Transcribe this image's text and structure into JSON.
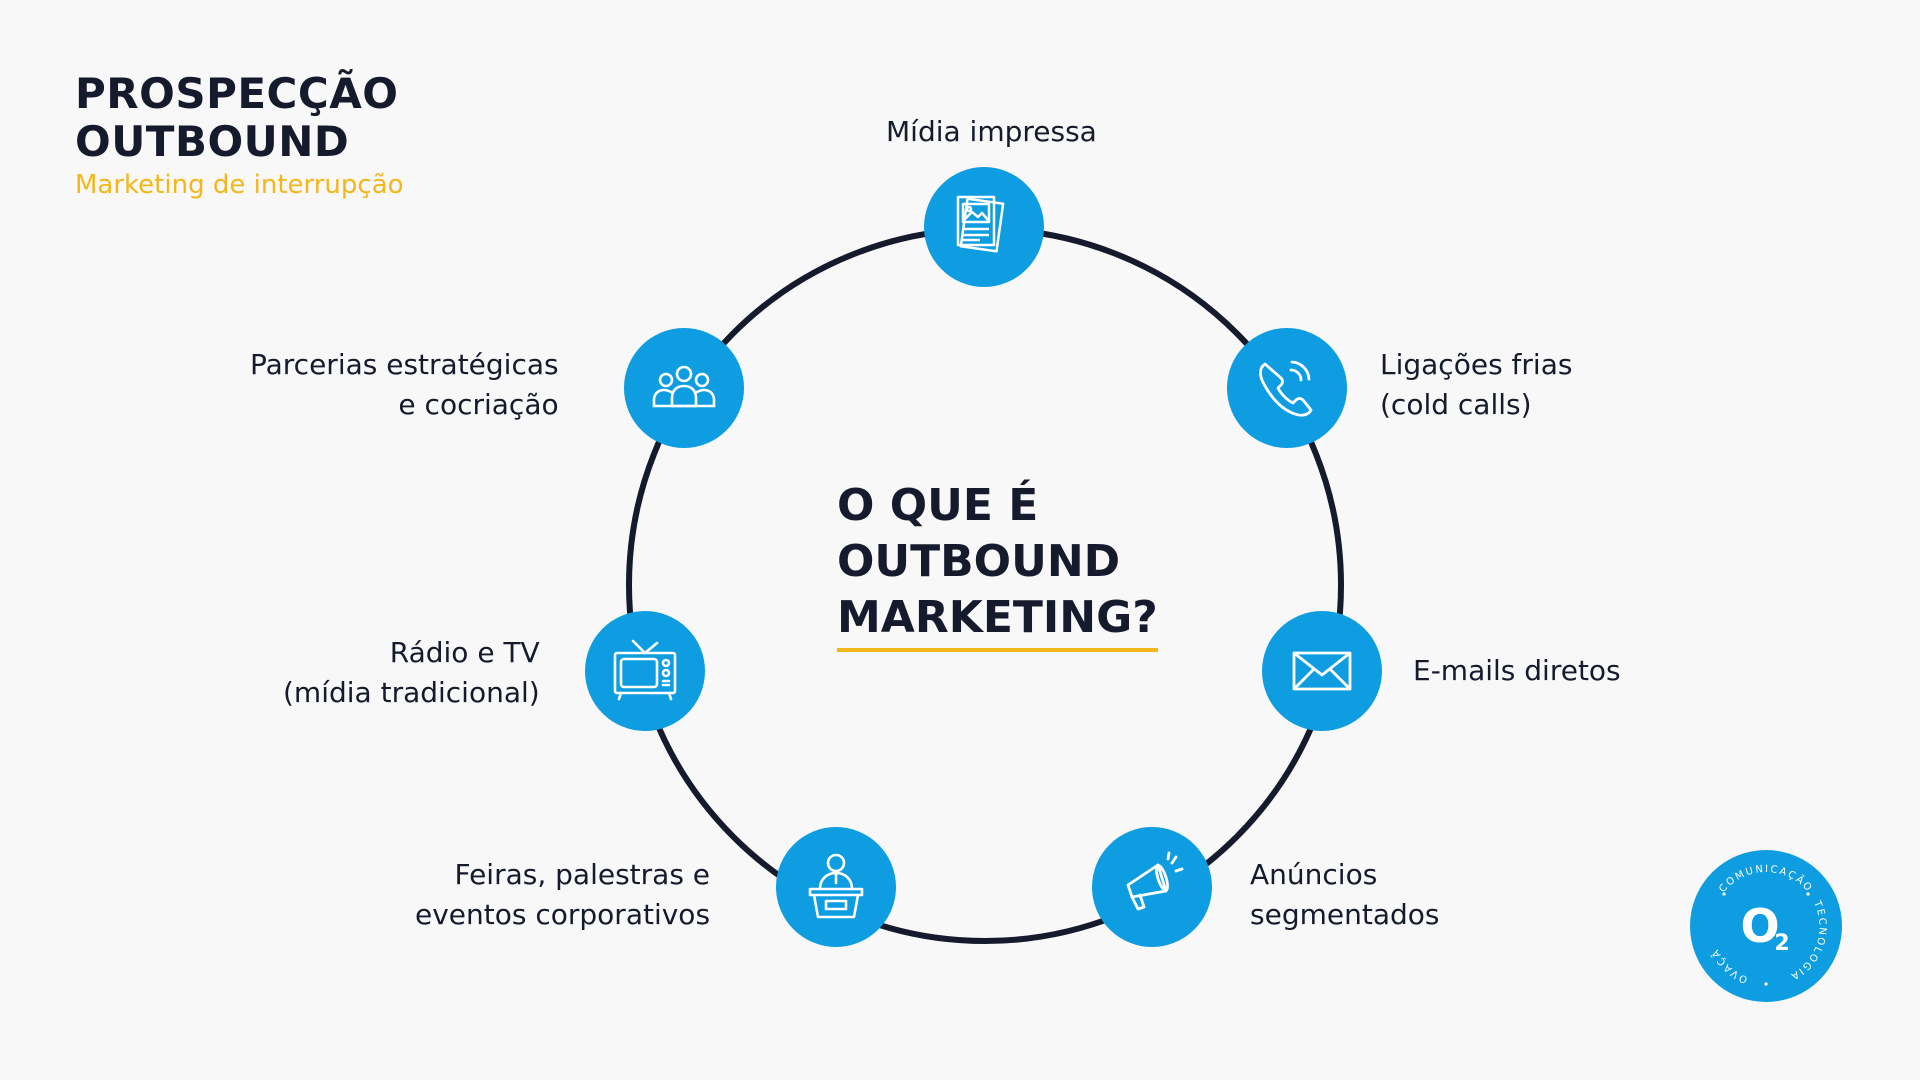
{
  "header": {
    "title_line1": "PROSPECÇÃO",
    "title_line2": "OUTBOUND",
    "subtitle": "Marketing de interrupção"
  },
  "center": {
    "line1": "O QUE É",
    "line2": "OUTBOUND",
    "line3": "MARKETING?"
  },
  "nodes": [
    {
      "icon": "newspaper-icon",
      "lines": [
        "Mídia impressa"
      ]
    },
    {
      "icon": "phone-icon",
      "lines": [
        "Ligações frias",
        "(cold calls)"
      ]
    },
    {
      "icon": "envelope-icon",
      "lines": [
        "E-mails diretos"
      ]
    },
    {
      "icon": "megaphone-icon",
      "lines": [
        "Anúncios",
        "segmentados"
      ]
    },
    {
      "icon": "speaker-podium-icon",
      "lines": [
        "Feiras, palestras e",
        "eventos corporativos"
      ]
    },
    {
      "icon": "television-icon",
      "lines": [
        "Rádio e TV",
        "(mídia tradicional)"
      ]
    },
    {
      "icon": "people-group-icon",
      "lines": [
        "Parcerias estratégicas",
        "e cocriação"
      ]
    }
  ],
  "badge": {
    "top_text": "COMUNICAÇÃO",
    "right_text": "TECNOLOGIA",
    "left_text": "INOVAÇÃO",
    "logo_main": "O",
    "logo_sub": "2"
  },
  "colors": {
    "navy": "#151a2d",
    "blue": "#0e9de0",
    "accent": "#f3b71a",
    "background": "#f8f8f8"
  }
}
